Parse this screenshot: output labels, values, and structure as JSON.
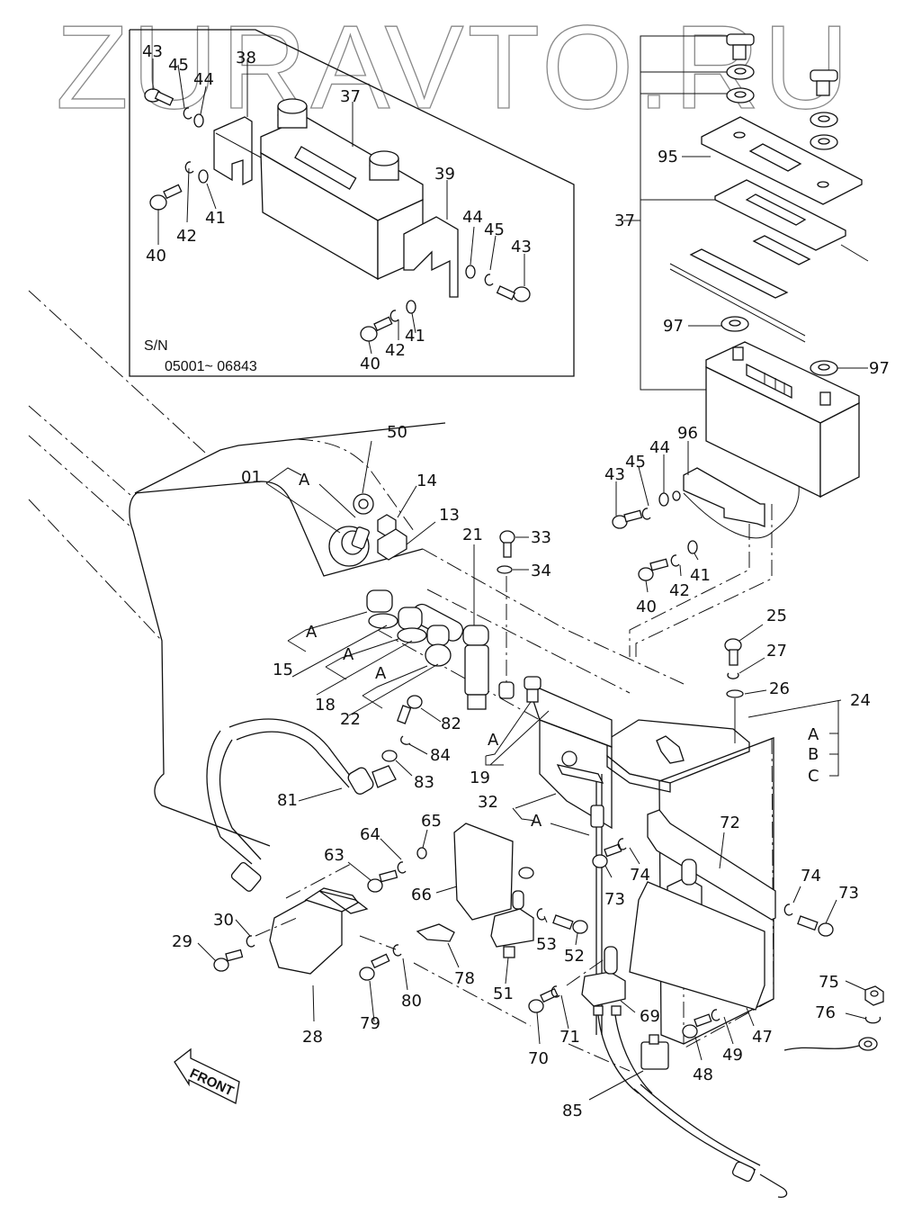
{
  "watermark": "ZURAVTO.RU",
  "inset": {
    "serial_label": "S/N",
    "serial_range": "05001~ 06843",
    "labels": [
      "43",
      "45",
      "44",
      "38",
      "37",
      "40",
      "42",
      "41",
      "39",
      "44",
      "45",
      "43",
      "40",
      "42",
      "41"
    ]
  },
  "battery_kit": {
    "group_label": "37",
    "labels": [
      "95",
      "97",
      "97"
    ]
  },
  "battery_bracket": {
    "labels": [
      "96",
      "44",
      "45",
      "43",
      "40",
      "42",
      "41"
    ]
  },
  "dash_panel": {
    "labels": [
      "50",
      "01",
      "A",
      "14",
      "13",
      "21",
      "33",
      "34",
      "A",
      "15",
      "A",
      "18",
      "A",
      "22"
    ]
  },
  "switch_box": {
    "labels": [
      "25",
      "27",
      "26",
      "24"
    ],
    "variants": [
      "A",
      "B",
      "C"
    ]
  },
  "middle": {
    "labels": [
      "82",
      "84",
      "83",
      "81",
      "A",
      "19",
      "32",
      "A"
    ]
  },
  "lower_left": {
    "labels": [
      "65",
      "64",
      "63",
      "66",
      "30",
      "29",
      "28",
      "79",
      "80",
      "78",
      "51",
      "53",
      "52",
      "70",
      "71"
    ]
  },
  "lower_right": {
    "labels": [
      "72",
      "74",
      "73",
      "74",
      "73",
      "69",
      "47",
      "49",
      "48",
      "75",
      "76",
      "85"
    ]
  },
  "front_arrow": "FRONT"
}
